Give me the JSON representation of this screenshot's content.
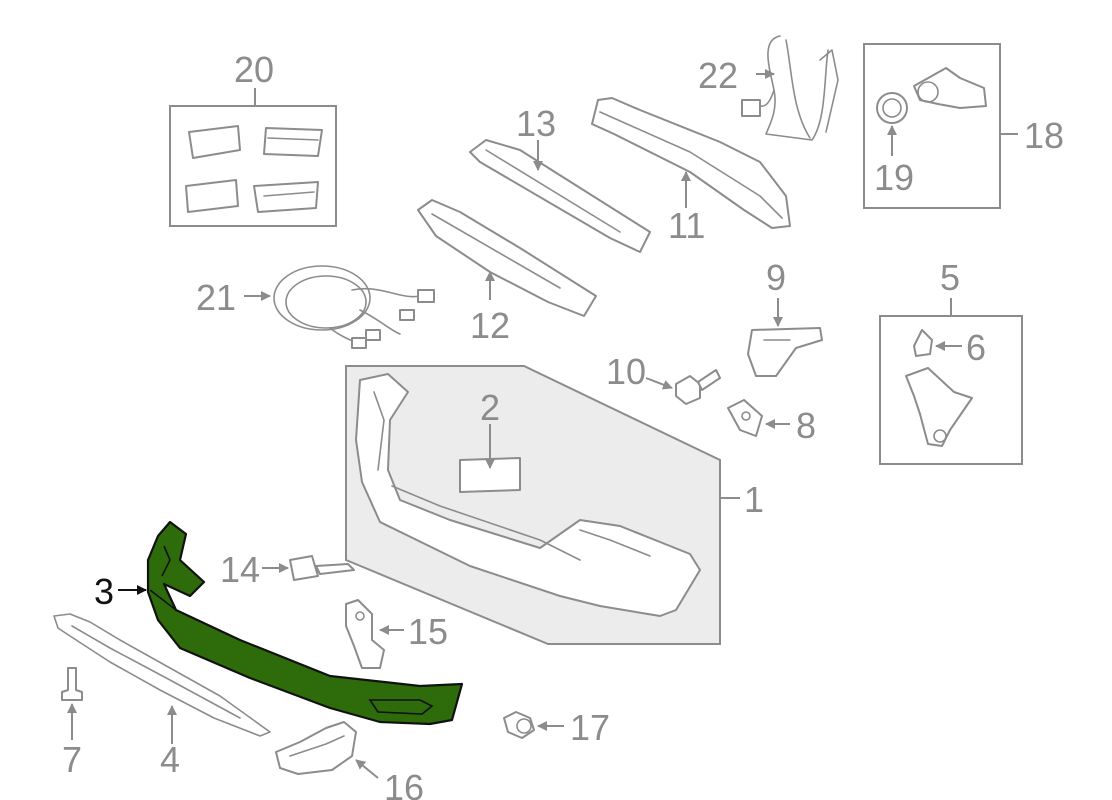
{
  "colors": {
    "line": "#8c8c8c",
    "highlight_fill": "#2e6b0a",
    "highlight_line": "#111111",
    "group_box": "#ececec"
  },
  "highlighted_part": "3",
  "callouts": {
    "p1": "1",
    "p2": "2",
    "p3": "3",
    "p4": "4",
    "p5": "5",
    "p6": "6",
    "p7": "7",
    "p8": "8",
    "p9": "9",
    "p10": "10",
    "p11": "11",
    "p12": "12",
    "p13": "13",
    "p14": "14",
    "p15": "15",
    "p16": "16",
    "p17": "17",
    "p18": "18",
    "p19": "19",
    "p20": "20",
    "p21": "21",
    "p22": "22"
  }
}
